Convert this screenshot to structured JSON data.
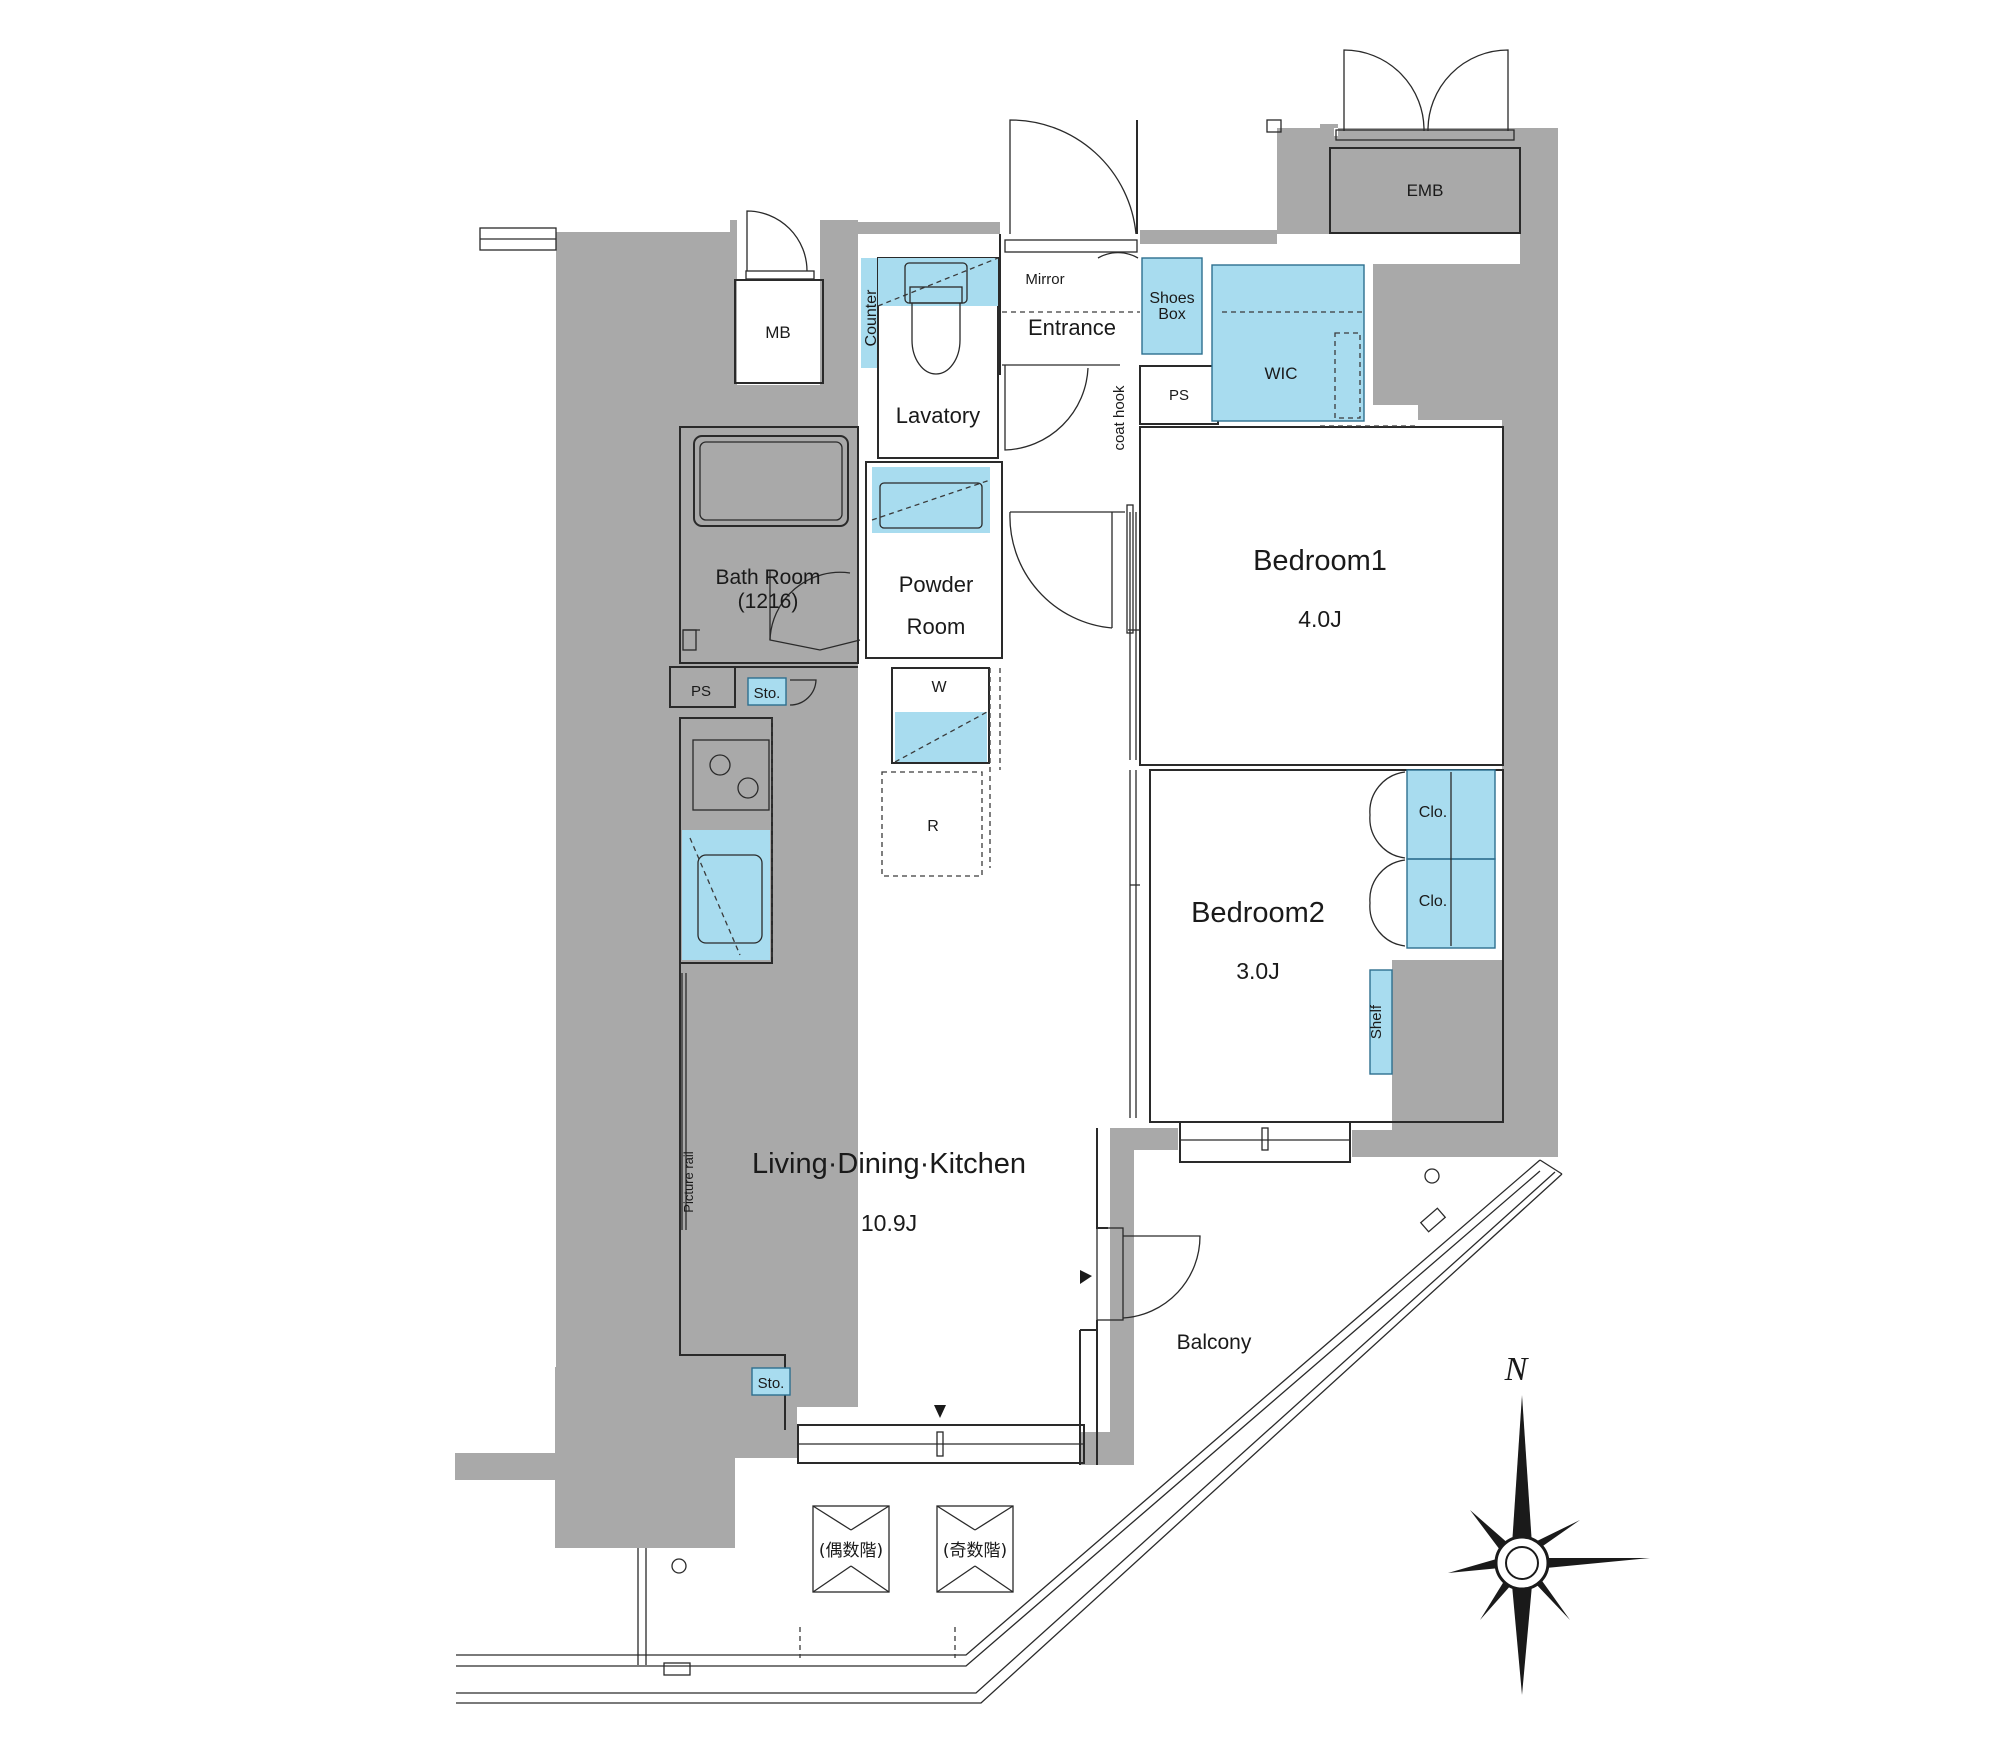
{
  "rooms": {
    "ldk": {
      "name": "Living·Dining·Kitchen",
      "size": "10.9J"
    },
    "bedroom1": {
      "name": "Bedroom1",
      "size": "4.0J"
    },
    "bedroom2": {
      "name": "Bedroom2",
      "size": "3.0J"
    },
    "bath": {
      "name": "Bath Room",
      "size": "(1216)"
    },
    "powder": {
      "line1": "Powder",
      "line2": "Room"
    },
    "lavatory": "Lavatory",
    "entrance": "Entrance",
    "balcony": "Balcony"
  },
  "labels": {
    "mb": "MB",
    "emb": "EMB",
    "wic": "WIC",
    "ps": "PS",
    "shoes_box_1": "Shoes",
    "shoes_box_2": "Box",
    "mirror": "Mirror",
    "counter": "Counter",
    "coat_hook": "coat hook",
    "storage": "Sto.",
    "closet": "Clo.",
    "shelf": "Shelf",
    "washer": "W",
    "refrigerator": "R",
    "picture_rail": "Picture rail",
    "even_floor": "(偶数階)",
    "odd_floor": "(奇数階)"
  },
  "compass": {
    "north": "N"
  },
  "colors": {
    "wall": "#a9a9a9",
    "fixture": "#a8dcef",
    "line": "#2a2a2a"
  }
}
